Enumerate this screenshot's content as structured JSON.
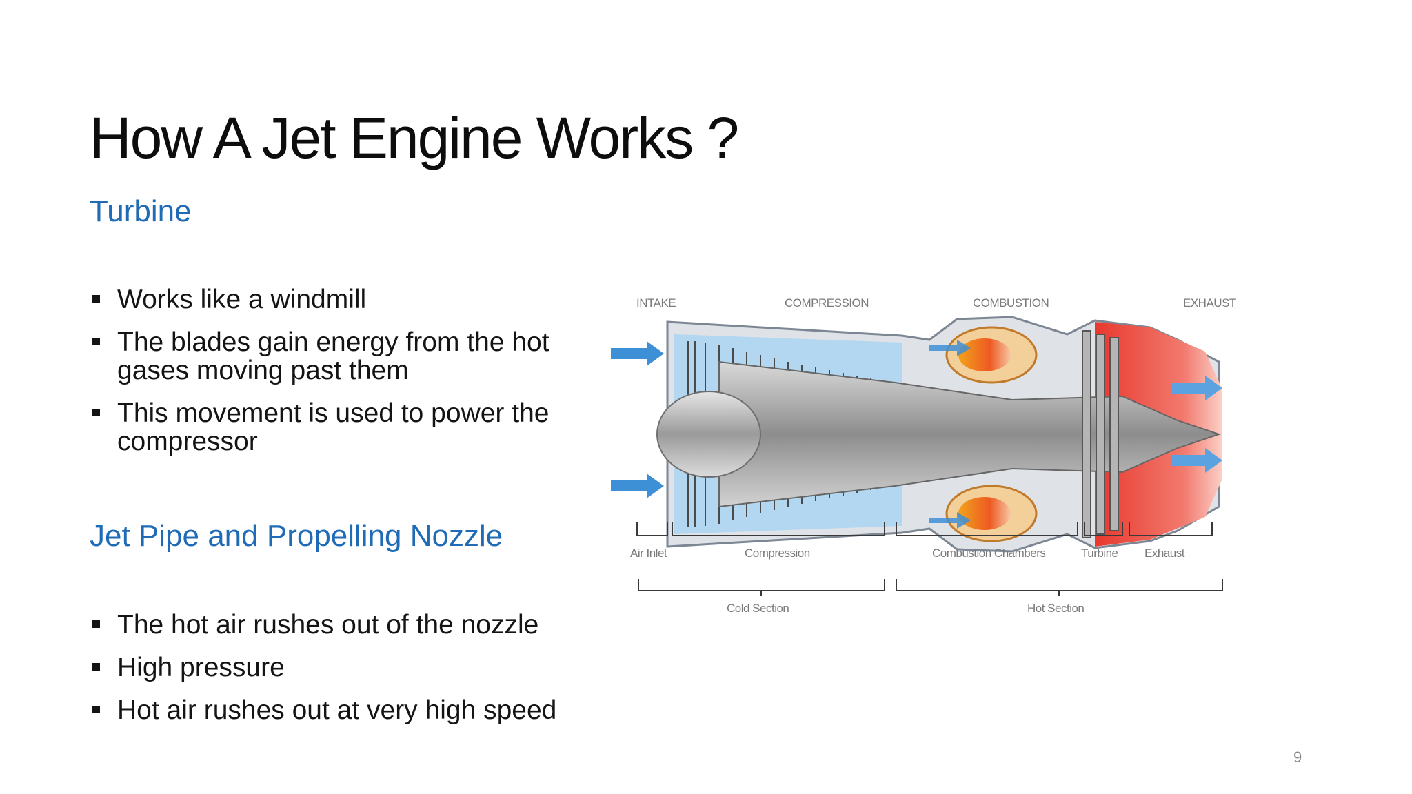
{
  "slide": {
    "title": "How A Jet Engine Works ?",
    "page_number": "9"
  },
  "sections": [
    {
      "heading": "Turbine",
      "bullets": [
        "Works like a windmill",
        "The blades gain energy from the hot gases moving past them",
        "This movement is used to power the compressor"
      ]
    },
    {
      "heading": "Jet Pipe and Propelling Nozzle",
      "bullets": [
        "The hot air rushes out of the nozzle",
        "High pressure",
        "Hot air rushes out at very high speed"
      ]
    }
  ],
  "diagram": {
    "top_labels": [
      "INTAKE",
      "COMPRESSION",
      "COMBUSTION",
      "EXHAUST"
    ],
    "stage_labels": [
      "Air Inlet",
      "Compression",
      "Combustion Chambers",
      "Turbine",
      "Exhaust"
    ],
    "section_labels": [
      "Cold Section",
      "Hot Section"
    ]
  },
  "colors": {
    "heading_blue": "#1f6bb5",
    "flame_red": "#e8382e",
    "air_blue": "#3d8fd6"
  }
}
